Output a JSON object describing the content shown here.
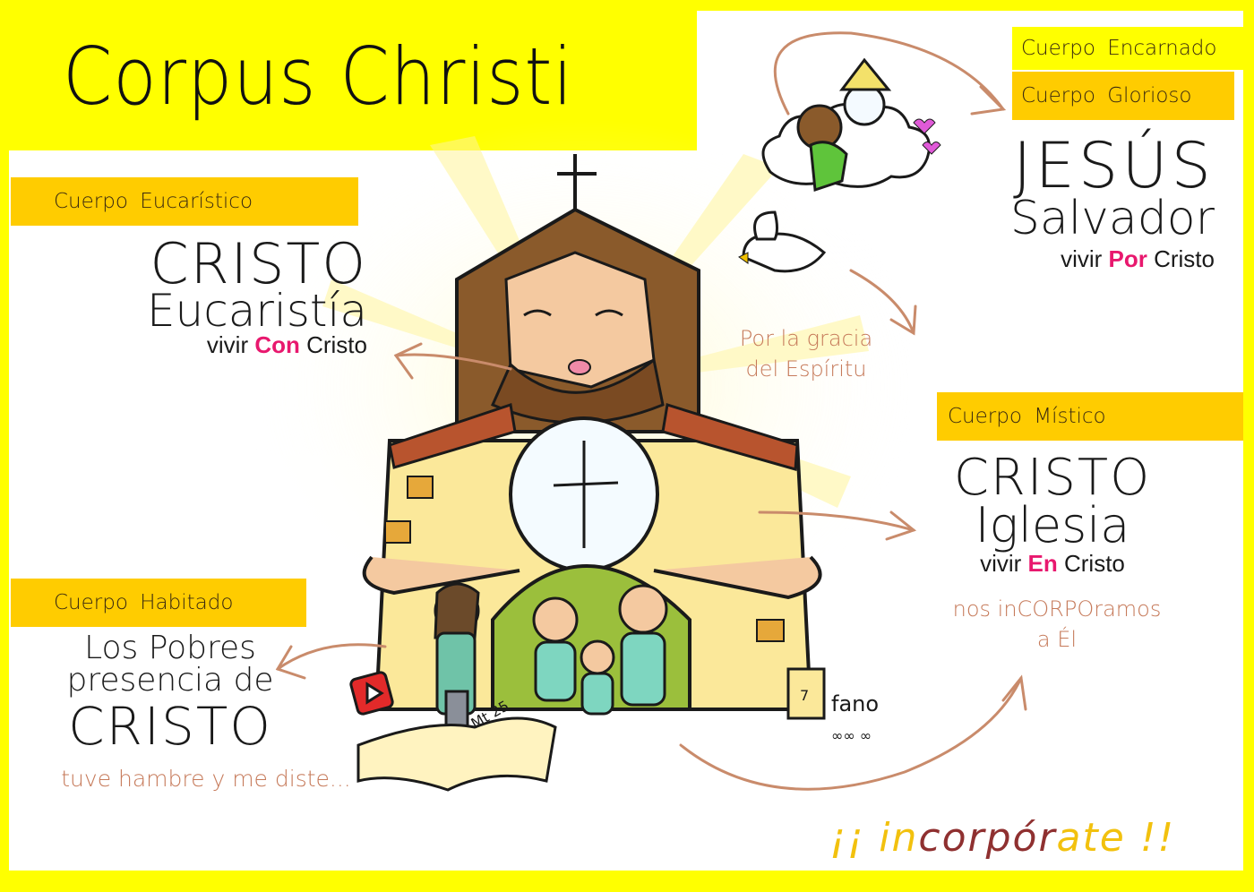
{
  "title": "Corpus Christi",
  "colors": {
    "frame_yellow": "#ffff00",
    "label_orange": "#ffcc00",
    "highlight_pink": "#e8186e",
    "note_brown": "#c67a5a",
    "arrow_brown": "#c98b6b",
    "slogan_yellow": "#f2c10e",
    "slogan_red": "#8f3030"
  },
  "sections": {
    "encarnado": {
      "label": "Cuerpo  Encarnado"
    },
    "glorioso": {
      "label": "Cuerpo  Glorioso",
      "heading": "JESÚS",
      "subheading": "Salvador",
      "vivir_prefix": "vivir ",
      "vivir_highlight": "Por",
      "vivir_suffix": " Cristo"
    },
    "eucaristico": {
      "label": "Cuerpo  Eucarístico",
      "heading": "CRISTO",
      "subheading": "Eucaristía",
      "vivir_prefix": "vivir ",
      "vivir_highlight": "Con",
      "vivir_suffix": " Cristo"
    },
    "mistico": {
      "label": "Cuerpo  Místico",
      "heading": "CRISTO",
      "subheading": "Iglesia",
      "vivir_prefix": "vivir ",
      "vivir_highlight": "En",
      "vivir_suffix": " Cristo",
      "note_line1": "nos inCORPOramos",
      "note_line2": "a Él"
    },
    "habitado": {
      "label": "Cuerpo  Habitado",
      "line1": "Los Pobres",
      "line2": "presencia de",
      "heading": "CRISTO",
      "note": "tuve hambre y me diste..."
    }
  },
  "spirit_note": {
    "line1": "Por la gracia",
    "line2": "del Espíritu"
  },
  "illustration": {
    "book_text": "Mt 25",
    "signature": "fano",
    "door_number": "7"
  },
  "slogan": {
    "open": "¡¡ ",
    "part1": "in",
    "part2": "corpór",
    "part3": "ate",
    "close": " !!"
  }
}
